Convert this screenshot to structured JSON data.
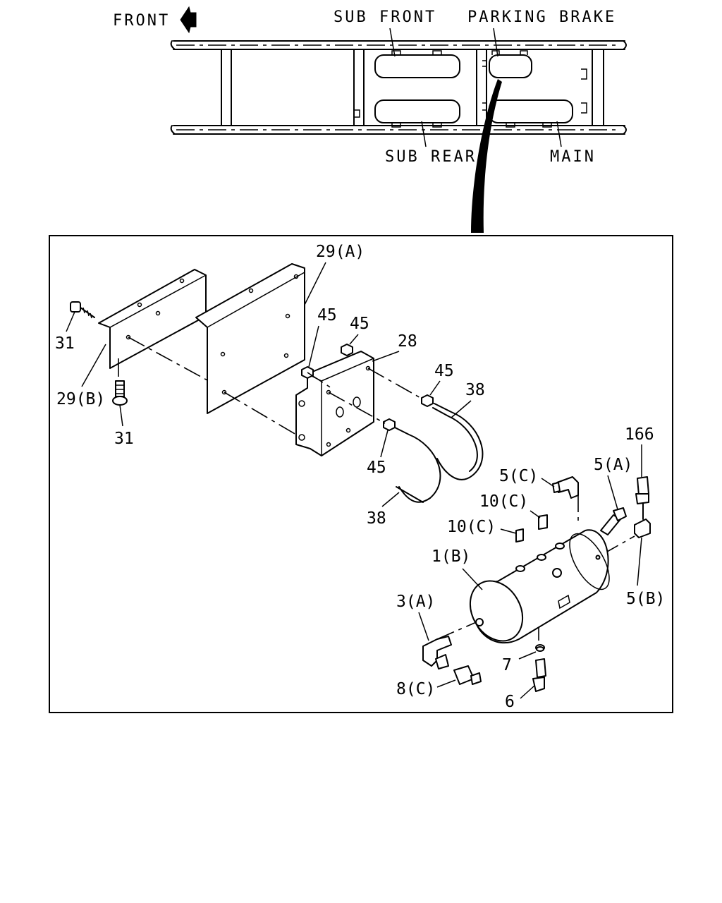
{
  "overview": {
    "front_label": "FRONT",
    "sub_front_label": "SUB FRONT",
    "parking_brake_label": "PARKING BRAKE",
    "sub_rear_label": "SUB REAR",
    "main_label": "MAIN"
  },
  "callouts": {
    "c29a": "29(A)",
    "c31_top": "31",
    "c29b": "29(B)",
    "c31_bottom": "31",
    "c45_a": "45",
    "c45_b": "45",
    "c28": "28",
    "c45_c": "45",
    "c38_a": "38",
    "c45_d": "45",
    "c38_b": "38",
    "c166": "166",
    "c5c": "5(C)",
    "c5a": "5(A)",
    "c10c_a": "10(C)",
    "c10c_b": "10(C)",
    "c1b": "1(B)",
    "c5b": "5(B)",
    "c3a": "3(A)",
    "c7": "7",
    "c8c": "8(C)",
    "c6": "6"
  }
}
